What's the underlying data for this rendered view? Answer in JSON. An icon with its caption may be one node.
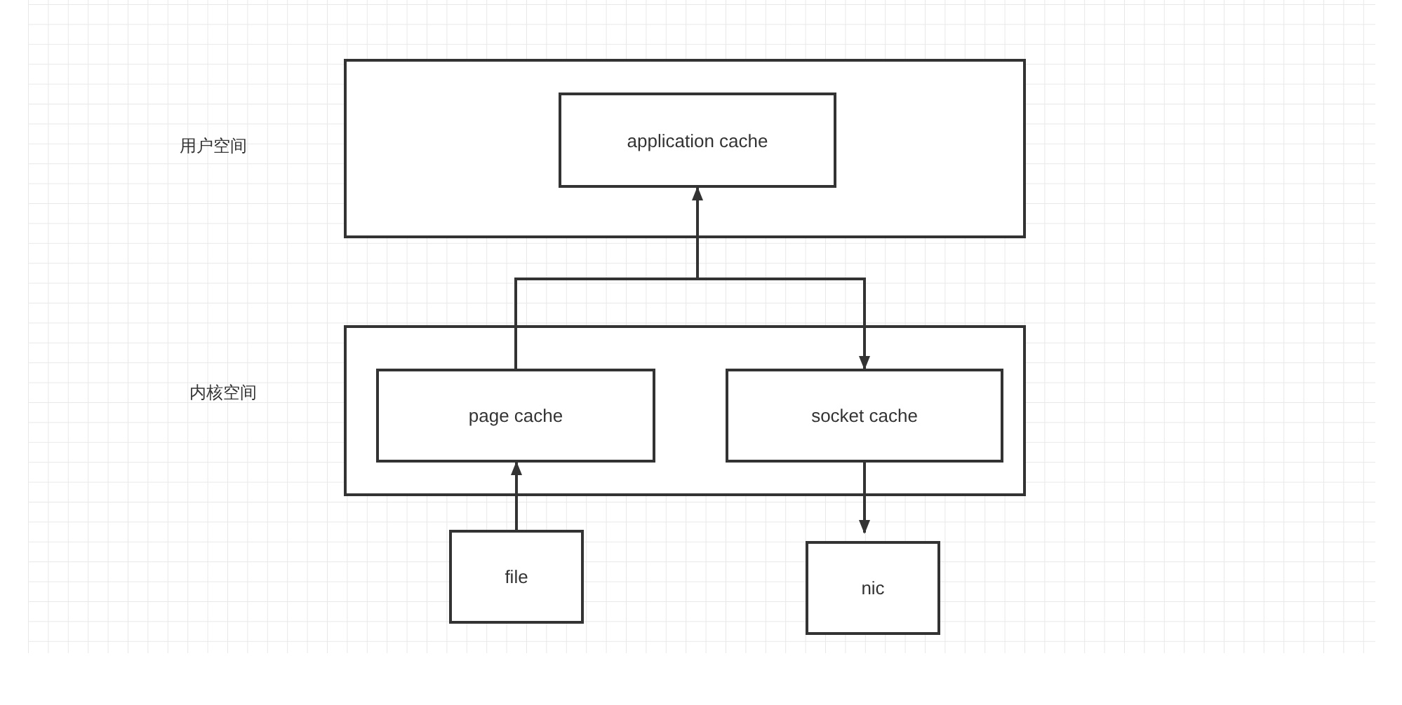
{
  "diagram": {
    "nodes": [
      {
        "text": [],
        "shape": "box"
      },
      {
        "text": [
          "application cache"
        ],
        "in": 0
      },
      {
        "text": [],
        "shape": "box"
      },
      {
        "text": [
          "page cache"
        ],
        "in": 2
      },
      {
        "text": [
          "socket cache"
        ],
        "in": 2
      },
      {
        "text": [
          "file"
        ]
      },
      {
        "text": [
          "nic"
        ]
      }
    ],
    "edges": [
      {
        "from": 3,
        "to": 1,
        "arrow": "to"
      },
      {
        "from": 3,
        "to": 4,
        "arrow": "to"
      },
      {
        "from": 5,
        "to": 3,
        "arrow": "to"
      },
      {
        "from": 4,
        "to": 6,
        "arrow": "to"
      }
    ],
    "labels": [
      "用户空间",
      "内核空间"
    ]
  }
}
